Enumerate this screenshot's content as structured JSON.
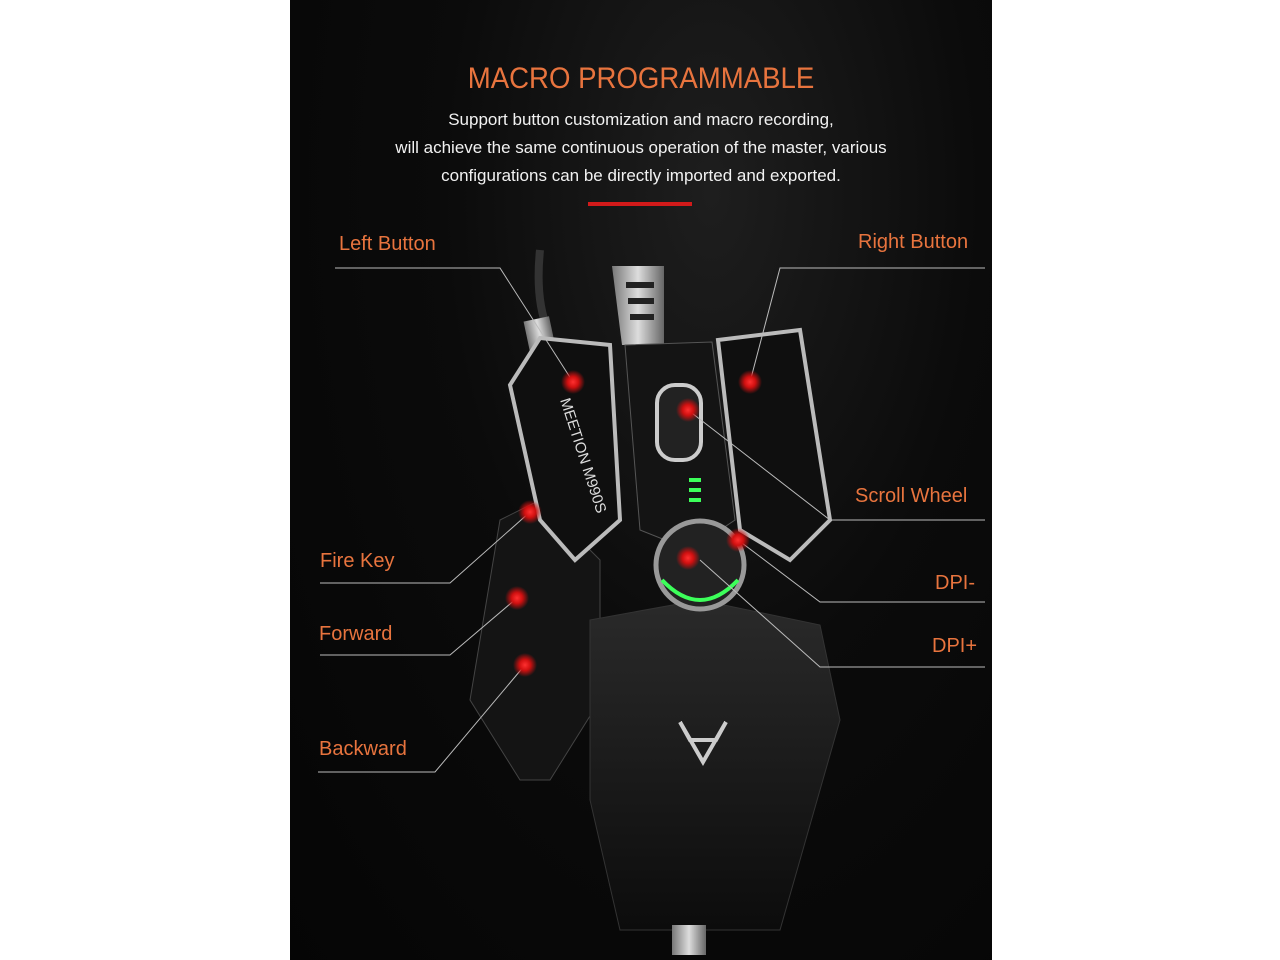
{
  "title": "MACRO PROGRAMMABLE",
  "description": [
    "Support button customization and macro recording,",
    "will achieve the same continuous operation of the master, various",
    "configurations can be directly imported and exported."
  ],
  "product_text": "MEETION M990S",
  "callouts": {
    "left_button": "Left Button",
    "right_button": "Right Button",
    "scroll_wheel": "Scroll Wheel",
    "fire_key": "Fire Key",
    "forward": "Forward",
    "backward": "Backward",
    "dpi_minus": "DPI-",
    "dpi_plus": "DPI+"
  },
  "colors": {
    "accent": "#e8743e",
    "divider": "#d21a1a",
    "hotspot": "#ff2a2a",
    "led": "#3cff5a"
  }
}
